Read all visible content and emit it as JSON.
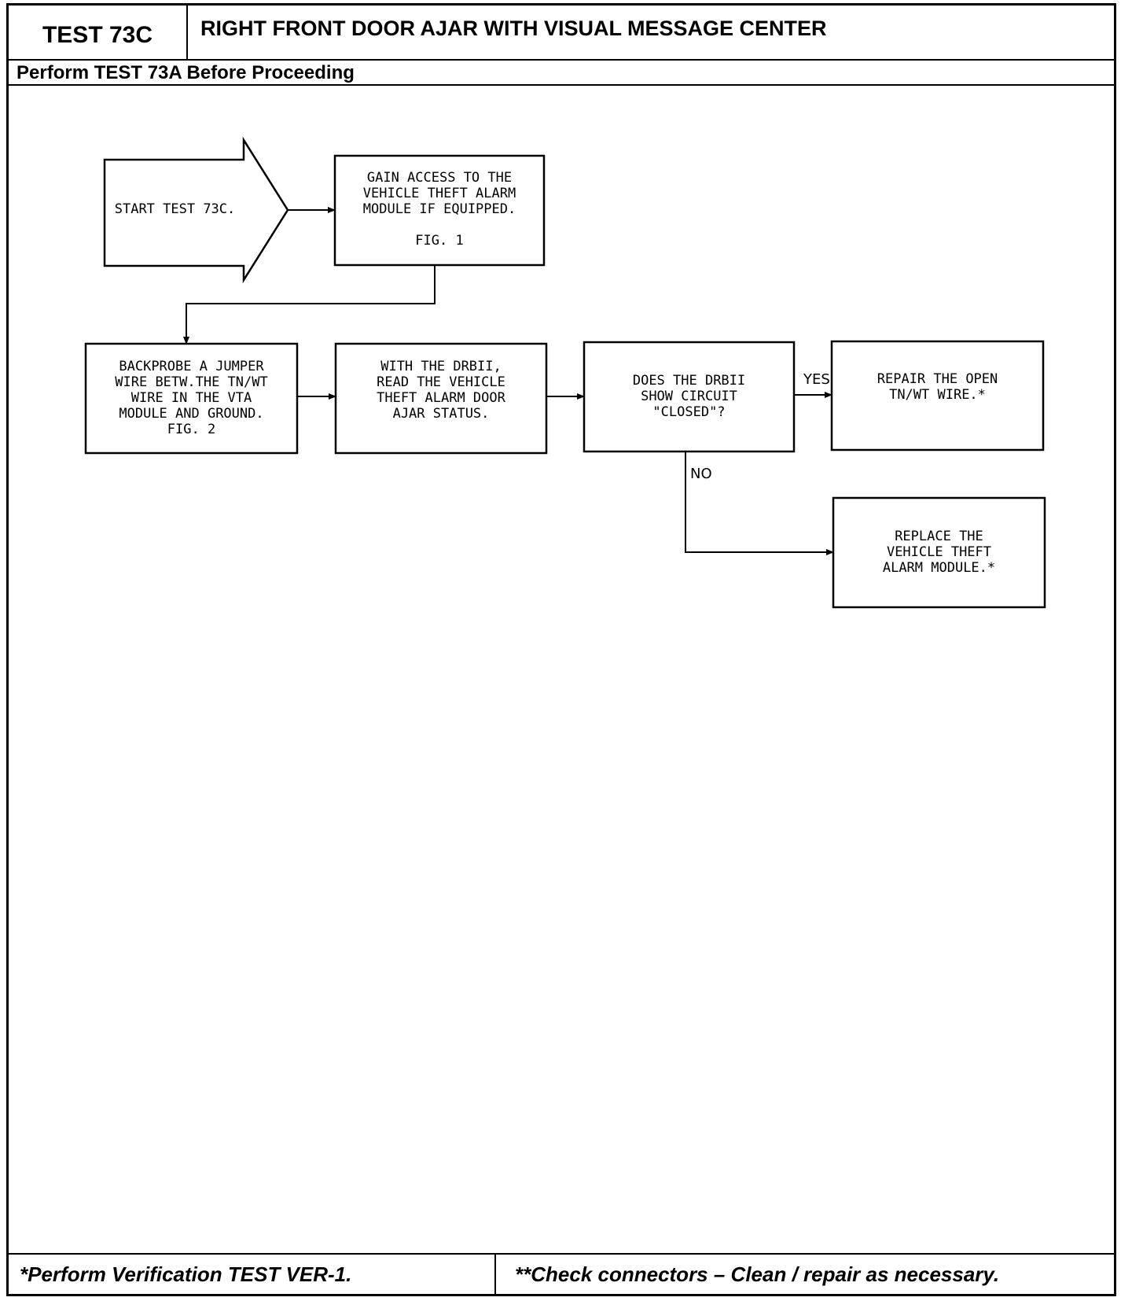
{
  "header": {
    "test_id": "TEST 73C",
    "title": "RIGHT FRONT DOOR AJAR WITH VISUAL MESSAGE CENTER",
    "subtitle": "Perform TEST 73A Before Proceeding"
  },
  "footer": {
    "left": "*Perform Verification TEST VER-1.",
    "right": "**Check connectors – Clean / repair as necessary."
  },
  "flowchart": {
    "start": "START TEST 73C.",
    "step1": "GAIN ACCESS TO THE\nVEHICLE THEFT ALARM\nMODULE IF EQUIPPED.\n\nFIG. 1",
    "step2": "BACKPROBE A JUMPER\nWIRE BETW.THE TN/WT\nWIRE IN THE VTA\nMODULE AND GROUND.\nFIG. 2",
    "step3": "WITH THE DRBII,\nREAD THE VEHICLE\nTHEFT ALARM DOOR\nAJAR STATUS.",
    "decision": "DOES THE DRBII\nSHOW CIRCUIT\n\"CLOSED\"?",
    "yes_label": "YES",
    "yes_result": "REPAIR THE OPEN\nTN/WT WIRE.*",
    "no_label": "NO",
    "no_result": "REPLACE THE\nVEHICLE THEFT\nALARM MODULE.*"
  }
}
